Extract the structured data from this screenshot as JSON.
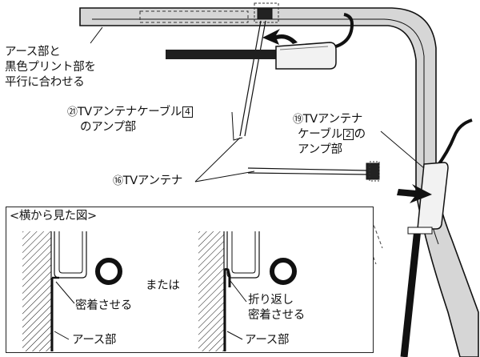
{
  "labels": {
    "earth_align_line1": "アース部と",
    "earth_align_line2": "黒色プリント部を",
    "earth_align_line3": "平行に合わせる",
    "cable4_amp_line1_num": "㉑",
    "cable4_amp_line1_text": "TVアンテナケーブル",
    "cable4_amp_box_num": "4",
    "cable4_amp_line2": "のアンプ部",
    "cable2_amp_line1_num": "⑲",
    "cable2_amp_line1_text": "TVアンテナ",
    "cable2_amp_line2_text": "ケーブル",
    "cable2_amp_box_num": "2",
    "cable2_amp_line2_suffix": "の",
    "cable2_amp_line3": "アンプ部",
    "antenna_num": "⑯",
    "antenna_text": "TVアンテナ"
  },
  "inset": {
    "title": "<横から見た図>",
    "or_text": "または",
    "left_close_fit": "密着させる",
    "left_earth": "アース部",
    "right_fold_line1": "折り返し",
    "right_fold_line2": "密着させる",
    "right_earth": "アース部"
  },
  "colors": {
    "ink": "#111111",
    "frame_fill": "#d9d9d9",
    "dark_fill": "#2a2a2a"
  }
}
